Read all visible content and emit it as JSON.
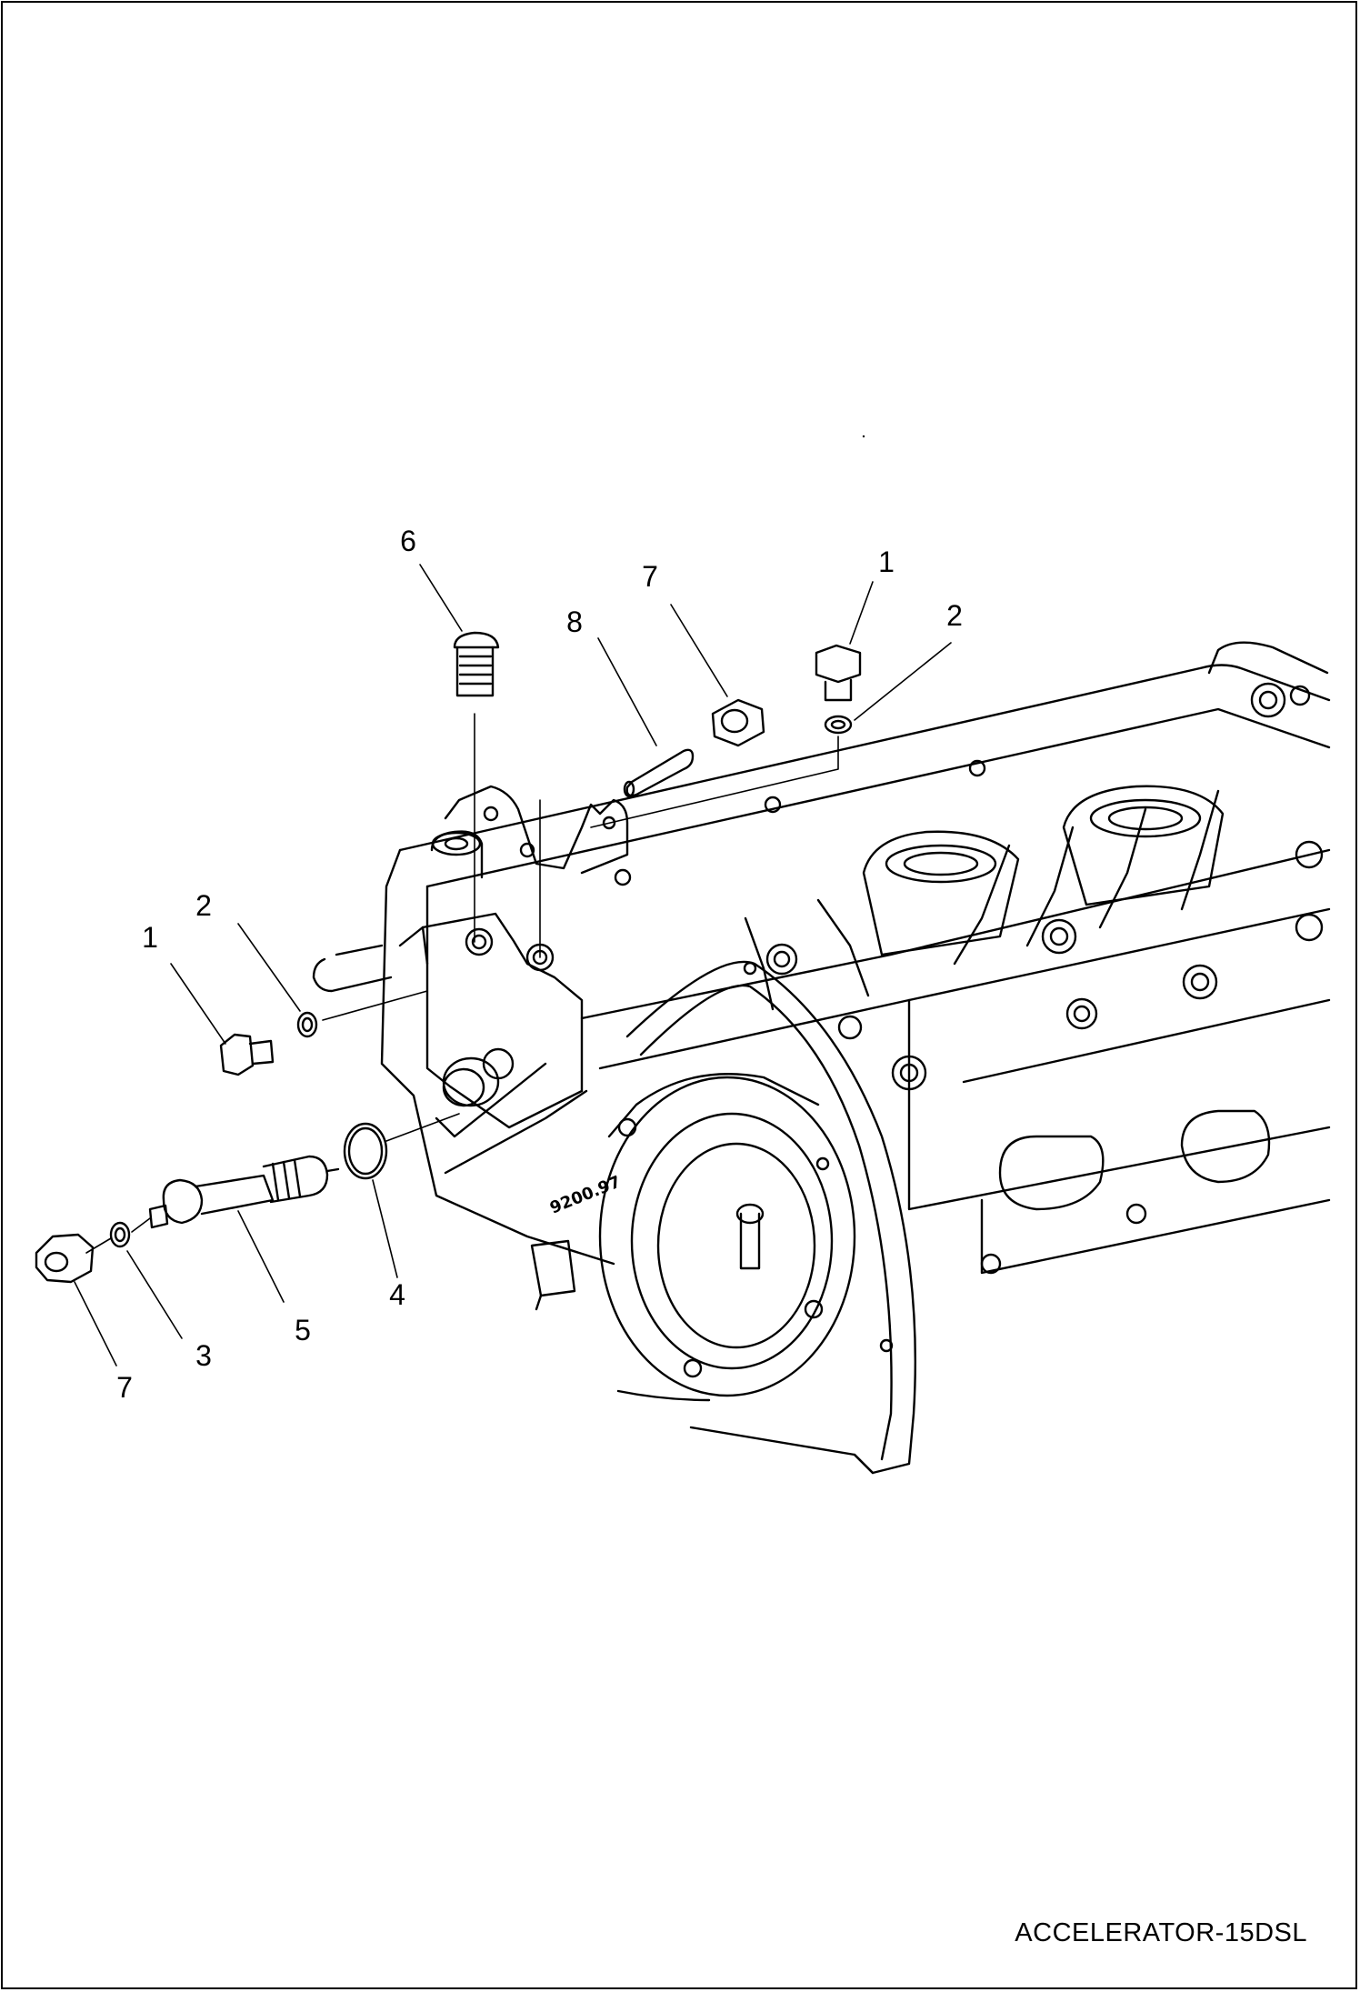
{
  "diagram": {
    "caption": "ACCELERATOR-15DSL",
    "part_stamp": "9200.97",
    "callouts": [
      {
        "id": "c6",
        "label": "6"
      },
      {
        "id": "c7a",
        "label": "7"
      },
      {
        "id": "c8",
        "label": "8"
      },
      {
        "id": "c1a",
        "label": "1"
      },
      {
        "id": "c2a",
        "label": "2"
      },
      {
        "id": "c2b",
        "label": "2"
      },
      {
        "id": "c1b",
        "label": "1"
      },
      {
        "id": "c4",
        "label": "4"
      },
      {
        "id": "c5",
        "label": "5"
      },
      {
        "id": "c3",
        "label": "3"
      },
      {
        "id": "c7b",
        "label": "7"
      }
    ],
    "colors": {
      "line": "#000000",
      "background": "#ffffff"
    }
  }
}
